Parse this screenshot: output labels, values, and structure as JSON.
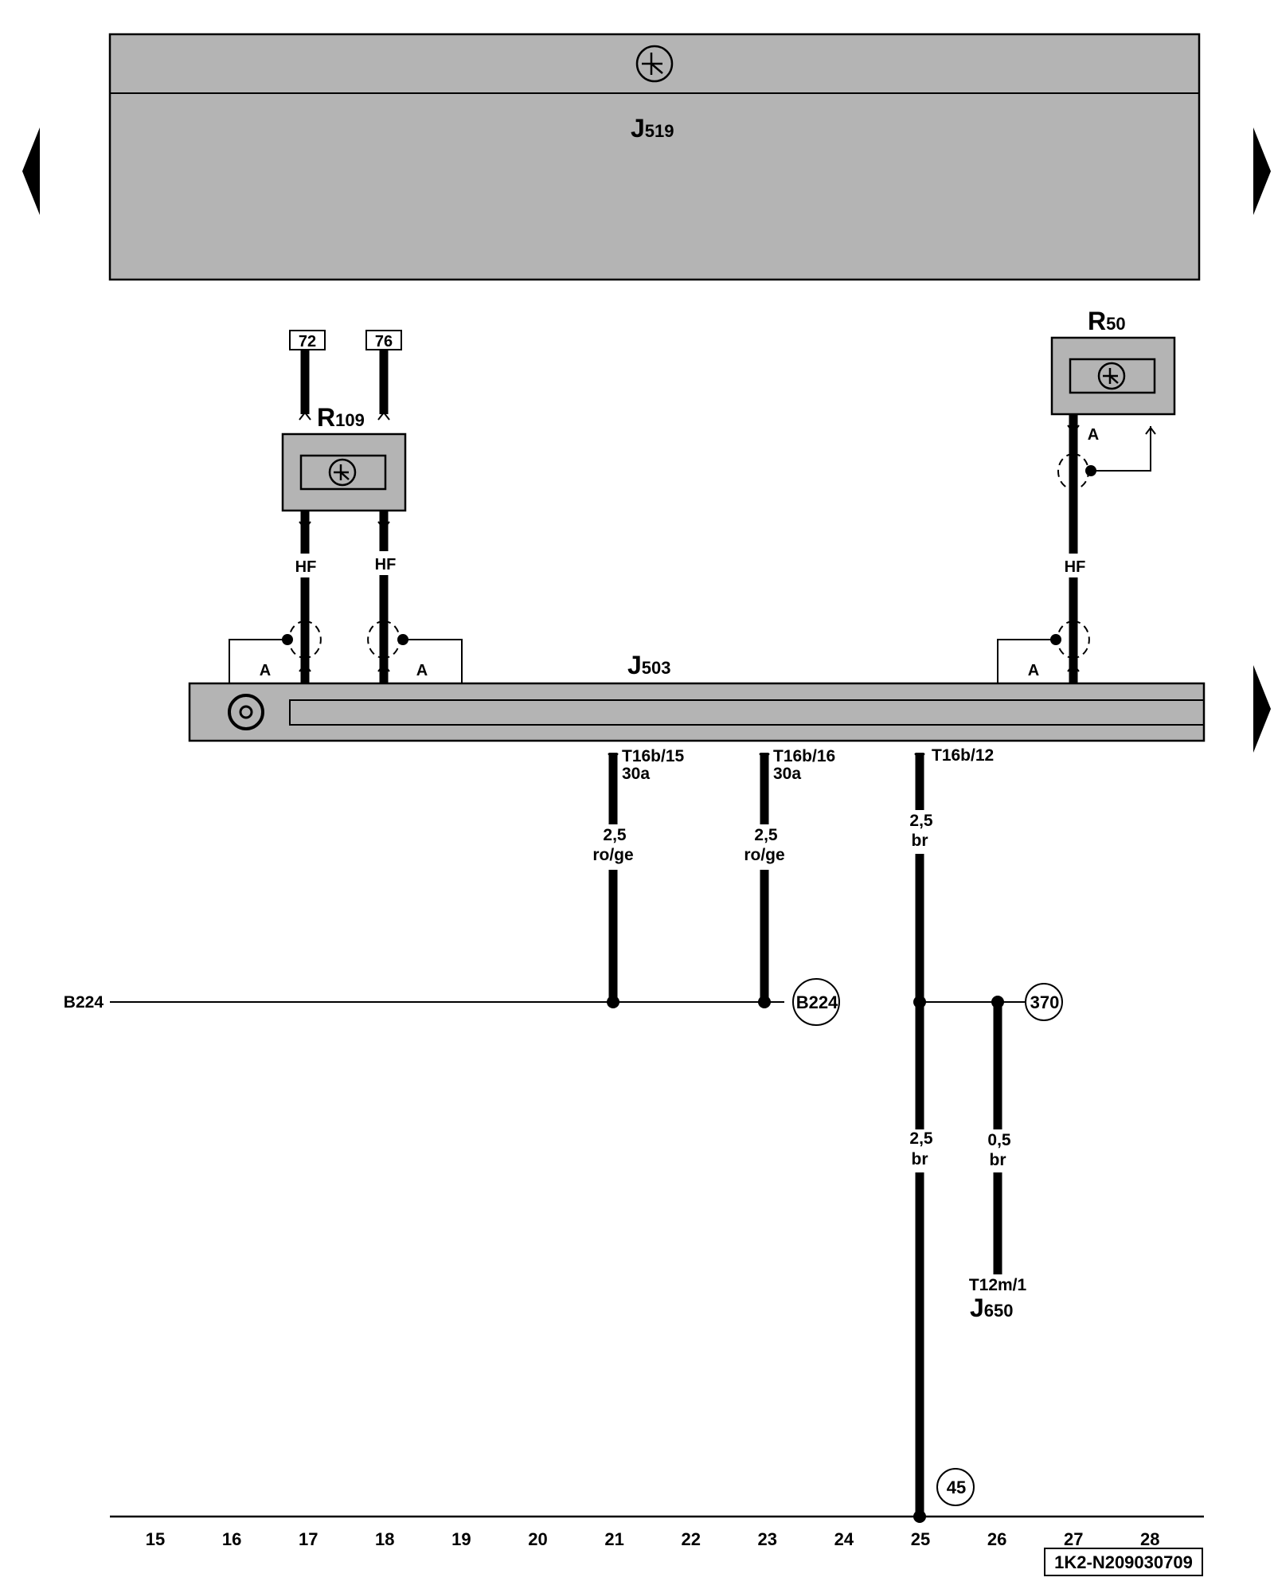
{
  "components": {
    "j519": {
      "main": "J",
      "sub": "519"
    },
    "j503": {
      "main": "J",
      "sub": "503"
    },
    "r109": {
      "main": "R",
      "sub": "109"
    },
    "r50": {
      "main": "R",
      "sub": "50"
    },
    "j650": {
      "main": "J",
      "sub": "650"
    }
  },
  "refs": {
    "box72": "72",
    "box76": "76"
  },
  "labels": {
    "hf1": "HF",
    "hf2": "HF",
    "hf3": "HF",
    "a_left": "A",
    "a_mid": "A",
    "a_right": "A",
    "a_r50": "A"
  },
  "pins": {
    "p15": {
      "name": "T16b/15",
      "code": "30a"
    },
    "p16": {
      "name": "T16b/16",
      "code": "30a"
    },
    "p12": {
      "name": "T16b/12"
    },
    "t12m": "T12m/1"
  },
  "wires": {
    "w21": {
      "size": "2,5",
      "color": "ro/ge"
    },
    "w23": {
      "size": "2,5",
      "color": "ro/ge"
    },
    "w25a": {
      "size": "2,5",
      "color": "br"
    },
    "w25b": {
      "size": "2,5",
      "color": "br"
    },
    "w26": {
      "size": "0,5",
      "color": "br"
    }
  },
  "bus": {
    "left_label": "B224",
    "circle_b224": "B224",
    "circle_370": "370",
    "circle_45": "45"
  },
  "ruler": [
    "15",
    "16",
    "17",
    "18",
    "19",
    "20",
    "21",
    "22",
    "23",
    "24",
    "25",
    "26",
    "27",
    "28"
  ],
  "diagram_code": "1K2-N209030709"
}
